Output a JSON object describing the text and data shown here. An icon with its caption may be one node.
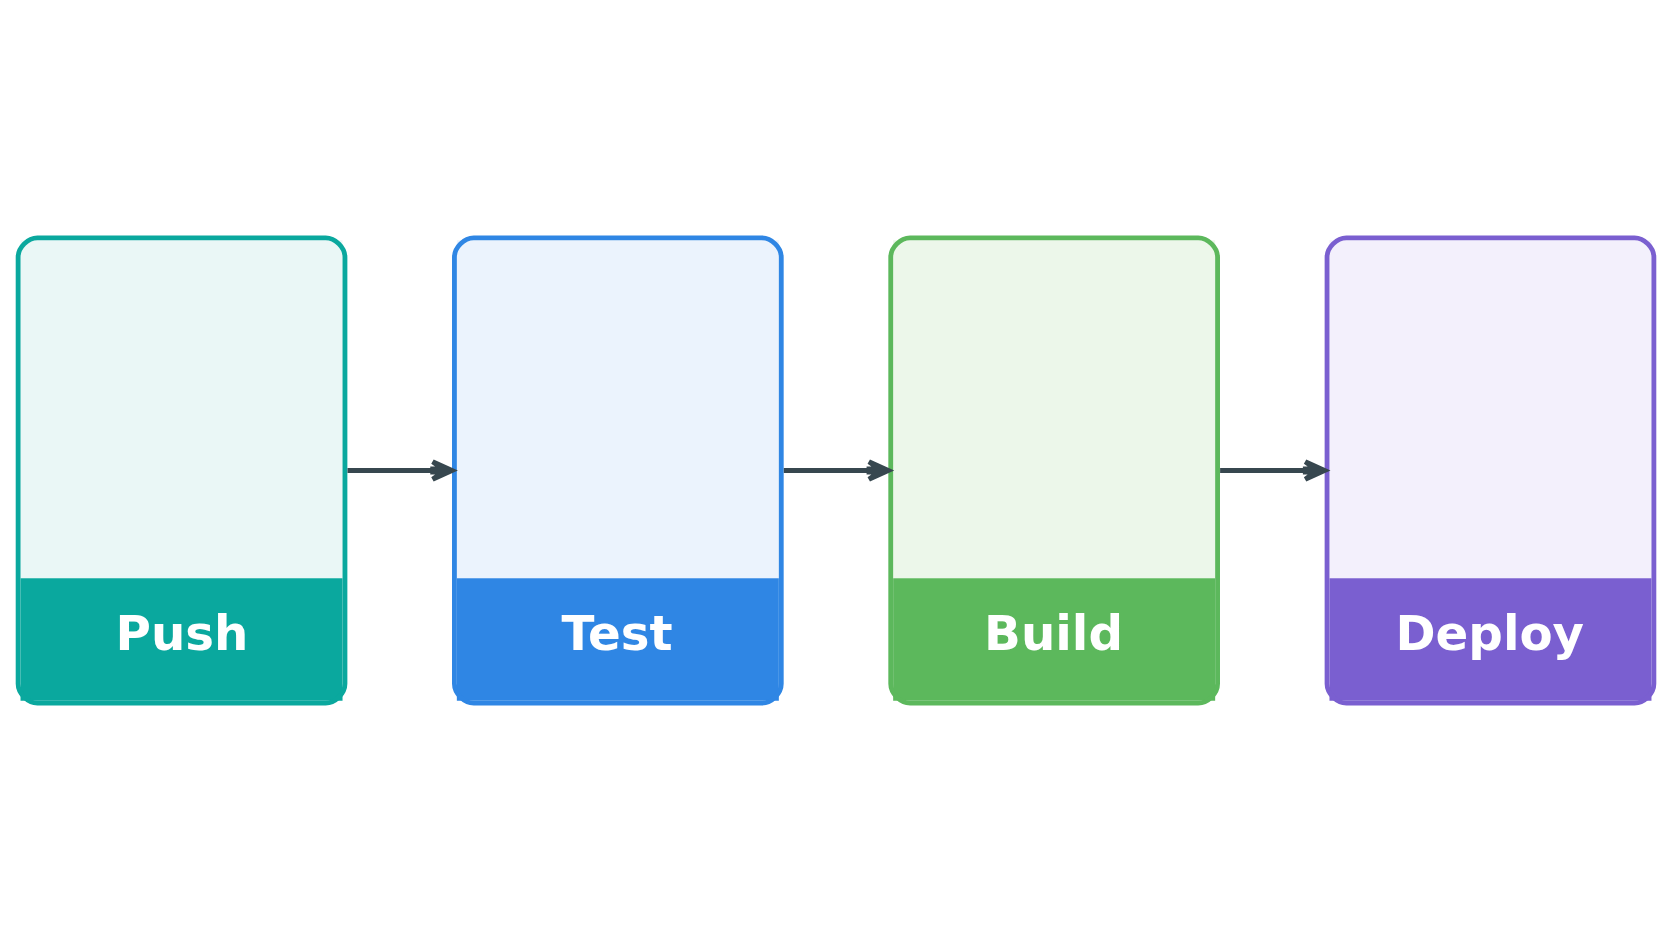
{
  "diagram": {
    "nodes": [
      {
        "text": [
          "Push"
        ]
      },
      {
        "text": [
          "Test"
        ]
      },
      {
        "text": [
          "Build"
        ]
      },
      {
        "text": [
          "Deploy"
        ]
      }
    ],
    "edges": [
      {
        "from": 0,
        "to": 1,
        "arrow": "to"
      },
      {
        "from": 1,
        "to": 2,
        "arrow": "to"
      },
      {
        "from": 2,
        "to": 3,
        "arrow": "to"
      }
    ]
  }
}
